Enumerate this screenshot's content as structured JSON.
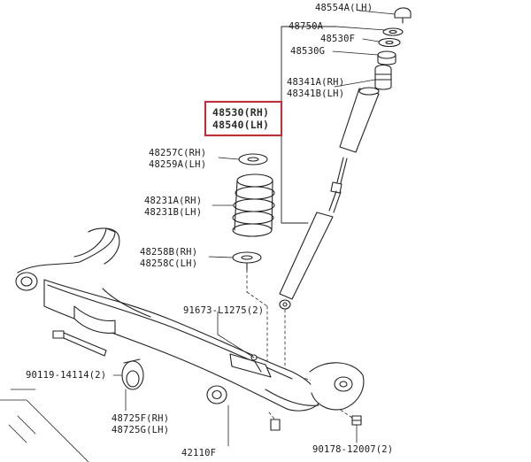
{
  "labels": {
    "p48554a": "48554A(LH)",
    "p48750a": "48750A",
    "p48530f": "48530F",
    "p48530g": "48530G",
    "p48341a": "48341A(RH)",
    "p48341b": "48341B(LH)",
    "p48530": "48530(RH)",
    "p48540": "48540(LH)",
    "p48257c": "48257C(RH)",
    "p48259a": "48259A(LH)",
    "p48231a": "48231A(RH)",
    "p48231b": "48231B(LH)",
    "p48258b": "48258B(RH)",
    "p48258c": "48258C(LH)",
    "p91673": "91673-L1275(2)",
    "p90119": "90119-14114(2)",
    "p48725f": "48725F(RH)",
    "p48725g": "48725G(LH)",
    "p42110f": "42110F",
    "p90178": "90178-12007(2)"
  },
  "colors": {
    "highlight": "#d9232e",
    "line": "#222222",
    "text": "#1a1a1a"
  }
}
